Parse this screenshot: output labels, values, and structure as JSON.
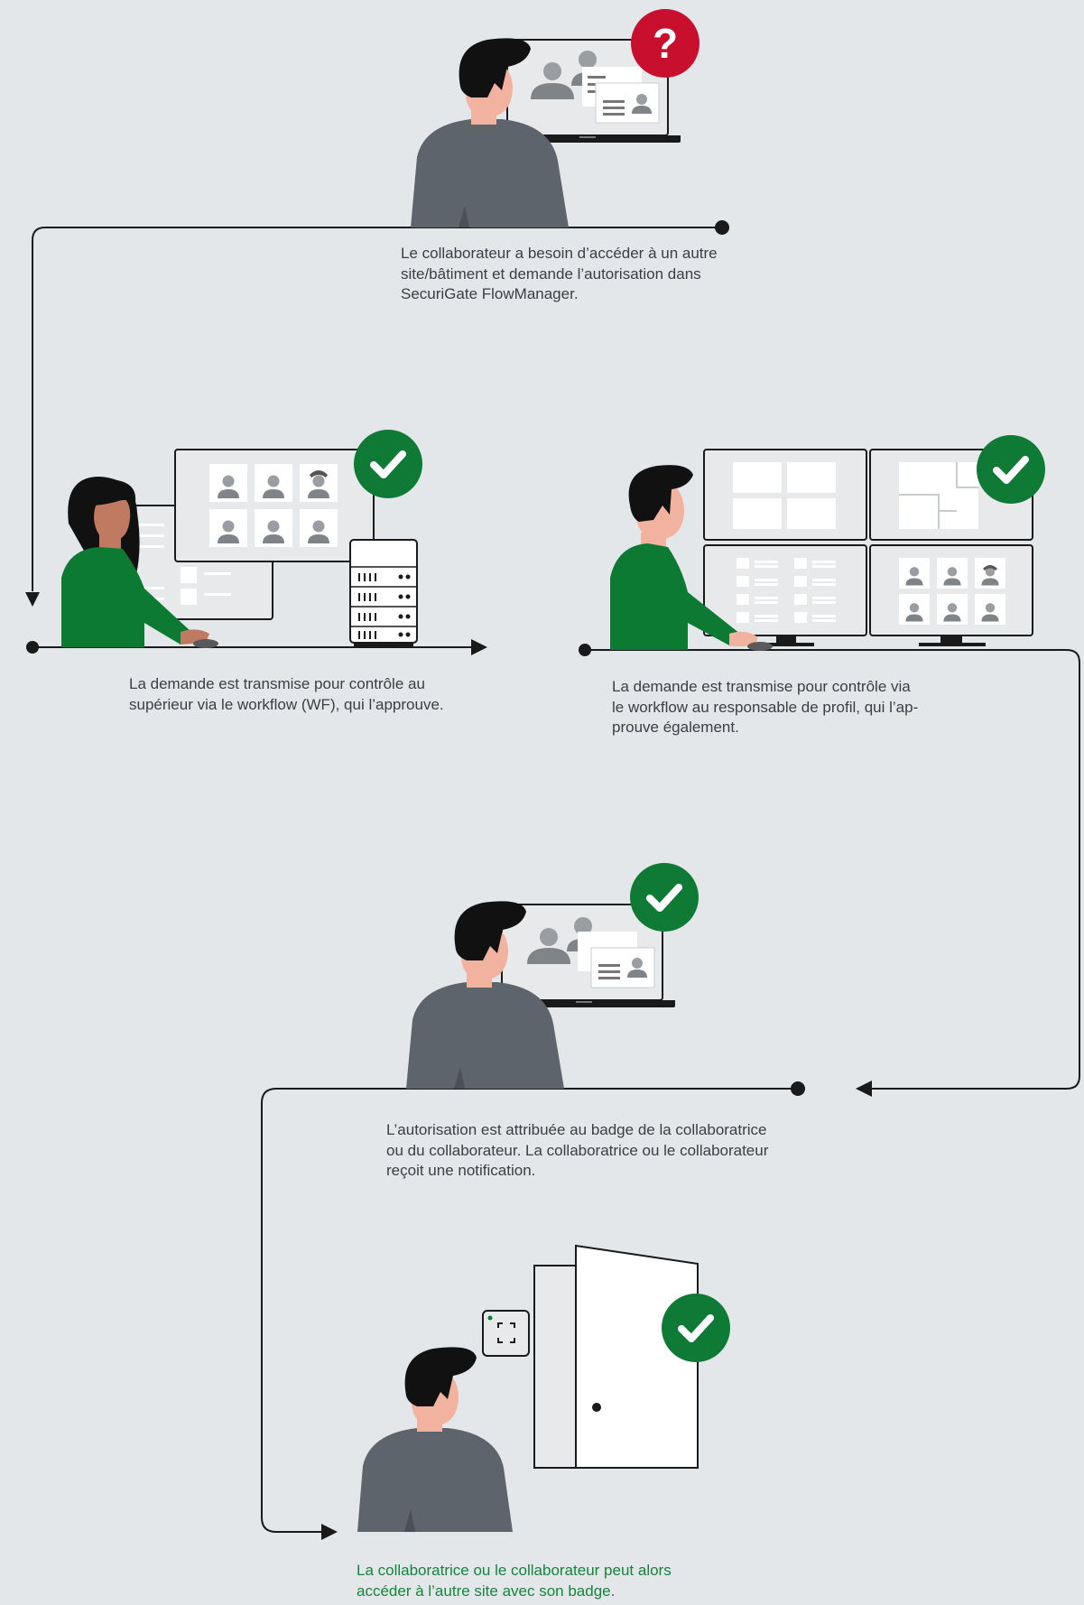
{
  "colors": {
    "background": "#e3e7ea",
    "flow_line": "#1a1a1a",
    "approved": "#0f7a35",
    "question": "#c8102e",
    "shirt_green": "#0d7a34",
    "sweater_grey": "#5d646b",
    "skin": "#f2b2a0",
    "skin_dark": "#c07a62",
    "hair": "#111111",
    "screen_bg": "#d9dcdf",
    "final_text": "#15843c"
  },
  "steps": [
    {
      "id": "request",
      "status_icon": "question-mark-icon",
      "status_symbol": "?",
      "caption": "Le collaborateur a besoin d’accéder à un autre\nsite/bâtiment et demande l’autorisation dans\nSecuriGate FlowManager."
    },
    {
      "id": "supervisor-approval",
      "status_icon": "checkmark-icon",
      "caption": "La demande est transmise pour contrôle au\nsupérieur via le workflow (WF), qui l’approuve."
    },
    {
      "id": "profile-manager-approval",
      "status_icon": "checkmark-icon",
      "caption": "La demande est transmise pour contrôle via\nle workflow au responsable de profil, qui l’ap-\nprouve également."
    },
    {
      "id": "badge-assignment",
      "status_icon": "checkmark-icon",
      "caption": "L’autorisation est attribuée au badge de la collaboratrice\nou du collaborateur. La collaboratrice ou le collaborateur\nreçoit une notification."
    },
    {
      "id": "access-granted",
      "status_icon": "checkmark-icon",
      "caption": "La collaboratrice ou le collaborateur peut alors\naccéder à l’autre site avec son badge."
    }
  ]
}
